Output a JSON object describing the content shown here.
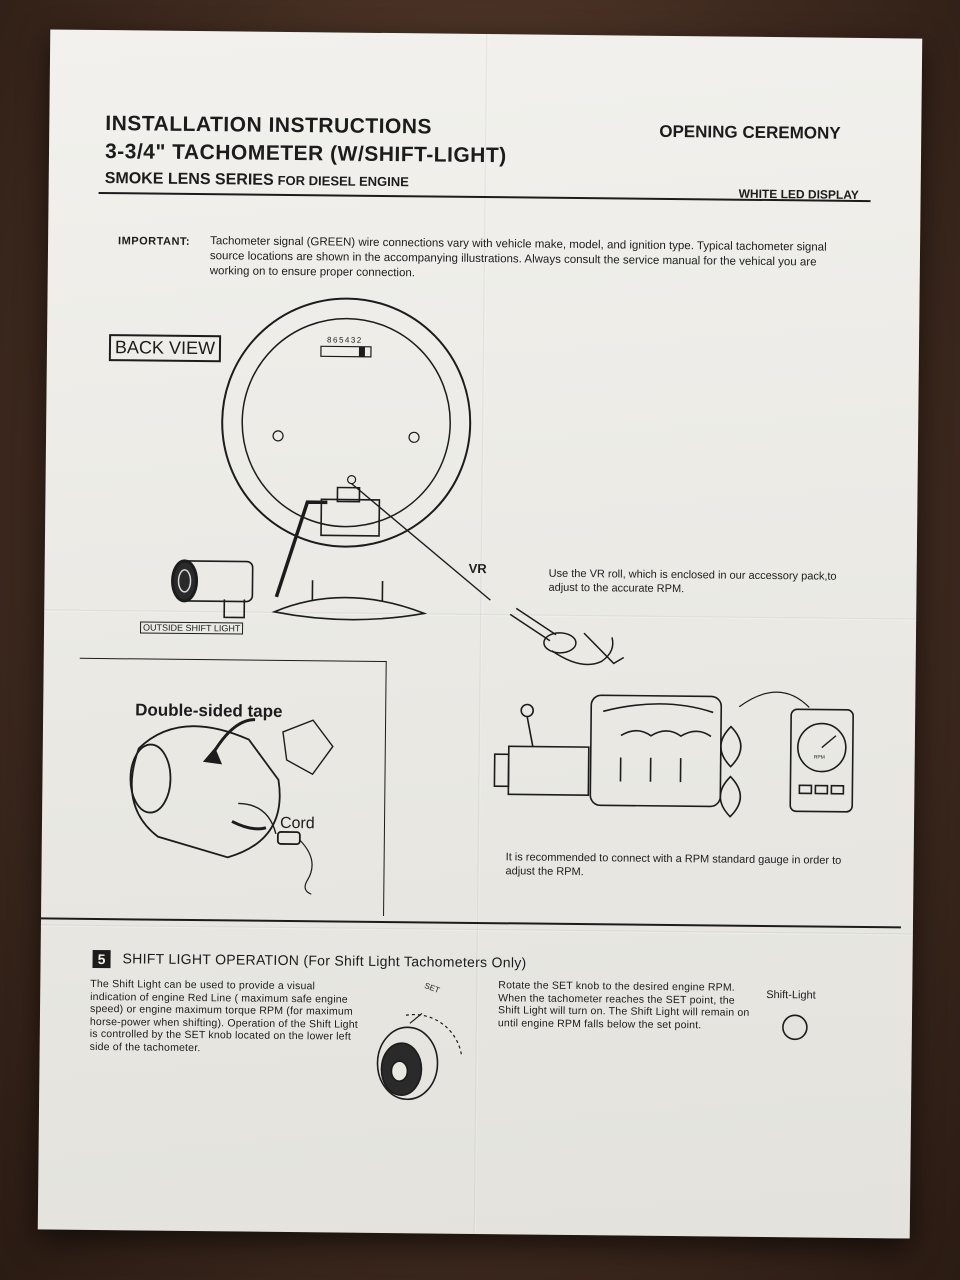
{
  "header": {
    "title_line1": "INSTALLATION INSTRUCTIONS",
    "title_line2": "3-3/4\" TACHOMETER (W/SHIFT-LIGHT)",
    "series": "SMOKE LENS SERIES",
    "engine": "FOR DIESEL ENGINE",
    "brand": "OPENING CEREMONY",
    "display": "WHITE LED DISPLAY"
  },
  "important": {
    "label": "IMPORTANT:",
    "text": "Tachometer signal (GREEN) wire connections vary with vehicle make, model, and ignition type. Typical tachometer signal source locations are shown in the accompanying illustrations. Always consult the service manual for the vehical you are working on to ensure proper connection."
  },
  "back_view": {
    "label": "BACK VIEW",
    "dial_numbers": "865432",
    "vr_label": "VR",
    "outside_label": "OUTSIDE SHIFT LIGHT"
  },
  "vr_note": "Use the VR roll, which is enclosed in our accessory pack,to adjust to the accurate RPM.",
  "tape": {
    "label": "Double-sided tape",
    "cord": "Cord"
  },
  "gauge_note": "It is recommended to connect with a RPM standard gauge in order to adjust the RPM.",
  "section5": {
    "number": "5",
    "title": "SHIFT LIGHT OPERATION (For Shift  Light Tachometers Only)",
    "left_text": "The Shift Light can be used to provide a visual indication of engine Red Line ( maximum safe engine speed) or engine maximum torque RPM (for maximum horse-power when shifting). Operation of the Shift Light is controlled by the SET knob located on the lower left side of the tachometer.",
    "knob_label": "SET",
    "right_text": "Rotate the SET knob to the desired engine RPM. When the tachometer reaches the SET point, the Shift Light will turn on. The Shift Light will remain on until engine RPM falls below the set point.",
    "shift_light_label": "Shift-Light"
  },
  "gauge_rpm": "RPM"
}
